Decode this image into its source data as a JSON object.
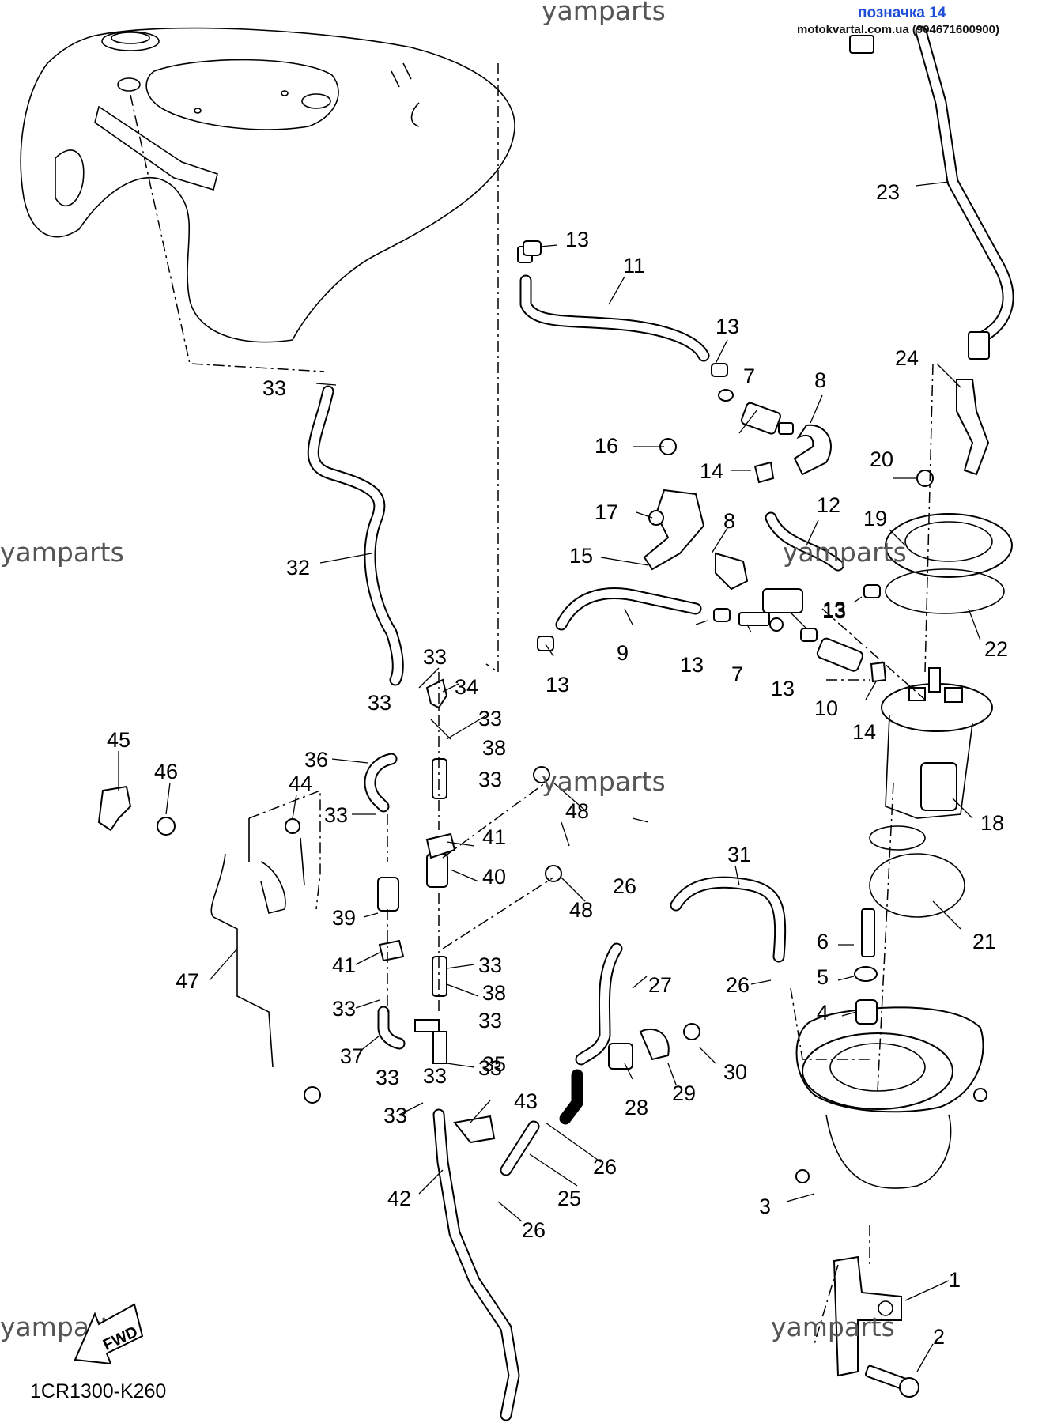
{
  "header": {
    "watermark_top": "yamparts",
    "tag_title": "позначка 14",
    "tag_site": "motokvartal.com.ua (904671600900)"
  },
  "watermarks": [
    "yamparts",
    "yamparts",
    "yamparts",
    "yamparts",
    "yamparts",
    "yamparts"
  ],
  "fwd_label": "FWD",
  "diagram_code": "1CR1300-K260",
  "callouts": [
    "1",
    "2",
    "3",
    "4",
    "5",
    "6",
    "7",
    "7",
    "8",
    "8",
    "9",
    "10",
    "11",
    "12",
    "13",
    "13",
    "13",
    "13",
    "13",
    "13",
    "13",
    "14",
    "14",
    "15",
    "16",
    "17",
    "18",
    "19",
    "20",
    "21",
    "22",
    "23",
    "24",
    "25",
    "26",
    "26",
    "26",
    "26",
    "27",
    "28",
    "29",
    "30",
    "31",
    "32",
    "33",
    "33",
    "33",
    "33",
    "33",
    "33",
    "33",
    "33",
    "33",
    "33",
    "33",
    "33",
    "33",
    "34",
    "35",
    "36",
    "37",
    "38",
    "38",
    "39",
    "40",
    "41",
    "41",
    "42",
    "43",
    "44",
    "45",
    "46",
    "47",
    "48",
    "48"
  ]
}
